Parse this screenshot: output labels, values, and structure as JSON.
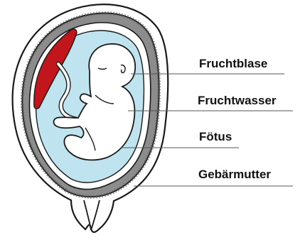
{
  "labels": [
    {
      "id": "fruchtblase",
      "text": "Fruchtblase"
    },
    {
      "id": "fruchtwasser",
      "text": "Fruchtwasser"
    },
    {
      "id": "foetus",
      "text": "Fötus"
    },
    {
      "id": "gebaermutter",
      "text": "Gebärmutter"
    }
  ],
  "colors": {
    "uterus_wall": "#ffffff",
    "uterus_lining": "#8c8c8c",
    "amniotic_fluid": "#bfe4ef",
    "placenta": "#c0161c",
    "outline": "#1a1a1a",
    "fetus": "#ffffff",
    "umbilical_cord": "#ffffff"
  }
}
